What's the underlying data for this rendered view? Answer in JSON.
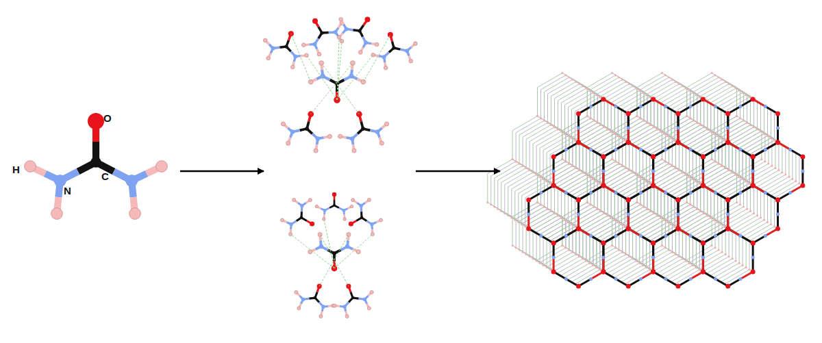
{
  "diagram": {
    "labels": [
      "O",
      "C",
      "N",
      "H"
    ]
  }
}
